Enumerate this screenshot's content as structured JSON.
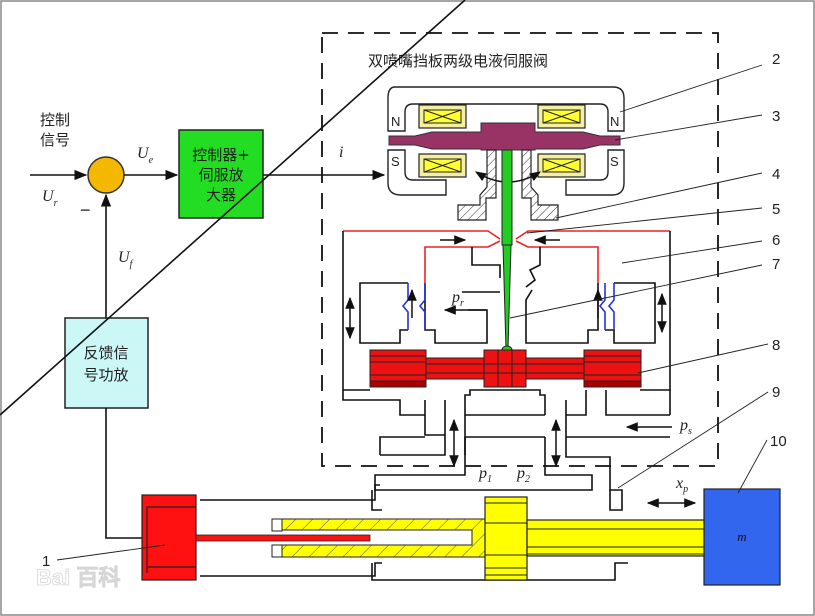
{
  "title": "双喷嘴挡板两级电液伺服阀",
  "input_label": "控制\n信号",
  "input_label_lines": [
    "控制",
    "信号"
  ],
  "signals": {
    "reference": {
      "main": "U",
      "sub": "r"
    },
    "error": {
      "main": "U",
      "sub": "e"
    },
    "feedback": {
      "main": "U",
      "sub": "f"
    },
    "current": "i",
    "minus_sign": "−"
  },
  "blocks": {
    "controller": {
      "lines": [
        "控制器+",
        "伺服放",
        "大器"
      ],
      "color": "#22dd22"
    },
    "feedback_amp": {
      "lines": [
        "反馈信",
        "号功放"
      ],
      "color": "#ccf7f7"
    },
    "summing_junction": {
      "color": "#f5b800"
    }
  },
  "torque_motor": {
    "pole_north": "N",
    "pole_south": "S"
  },
  "pressures": {
    "pr": {
      "main": "p",
      "sub": "r"
    },
    "ps": {
      "main": "p",
      "sub": "s"
    },
    "p1": {
      "main": "p",
      "sub": "1"
    },
    "p2": {
      "main": "p",
      "sub": "2"
    },
    "xp": {
      "main": "x",
      "sub": "p"
    }
  },
  "load": {
    "label": "m",
    "color": "#3366ee"
  },
  "callouts": [
    "1",
    "2",
    "3",
    "4",
    "5",
    "6",
    "7",
    "8",
    "9",
    "10"
  ],
  "watermark": "Bai 百科",
  "colors": {
    "spool": "#ee1111",
    "spool_dark": "#aa0000",
    "armature": "#993366",
    "coil": "#ffff33",
    "flapper": "#22cc22",
    "nozzle_line": "#ee2222",
    "orifice_line": "#2233dd",
    "piston": "#ffff00",
    "sensor": "#ff1111"
  }
}
